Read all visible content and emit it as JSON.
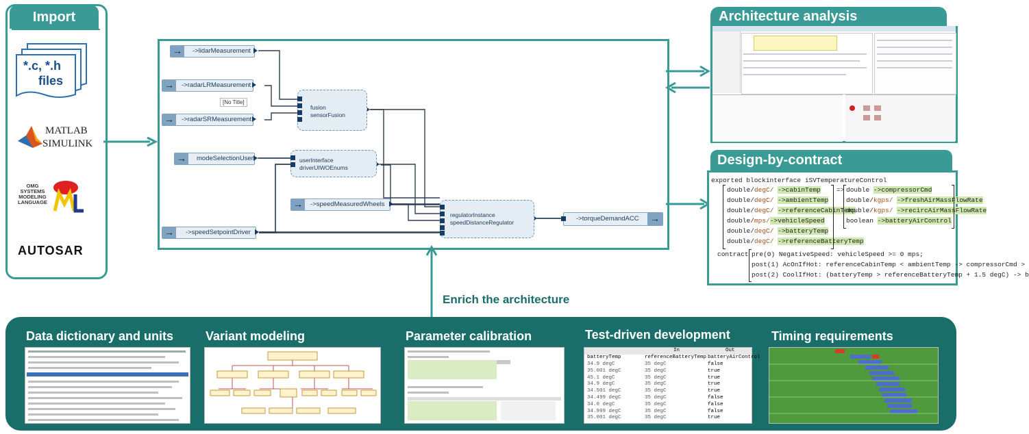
{
  "import": {
    "title": "Import",
    "c_files": "*.c, *.h",
    "c_files2": "files",
    "matlab_line1": "MATLAB",
    "matlab_line2": "SIMULINK",
    "sysml_small": "OMG\nSYSTEMS\nMODELING\nLANGUAGE",
    "sysml_big": "ML",
    "autosar": "AUTOSAR"
  },
  "diagram": {
    "inputs": [
      {
        "label": "->lidarMeasurement"
      },
      {
        "label": "->radarLRMeasurement"
      },
      {
        "label": "->radarSRMeasurement"
      },
      {
        "label": "modeSelectionUser"
      },
      {
        "label": "->speedMeasuredWheels"
      },
      {
        "label": "->speedSetpointDriver"
      }
    ],
    "no_title": "[No Title]",
    "nodes": [
      {
        "line1": "fusion",
        "line2": "sensorFusion"
      },
      {
        "line1": "userInterface",
        "line2": "driverUIWOEnums"
      },
      {
        "line1": "regulatorInstance",
        "line2": "speedDistanceRegulator"
      }
    ],
    "output": {
      "label": "->torqueDemandACC"
    }
  },
  "enrich_label": "Enrich the architecture",
  "architecture_analysis": {
    "title": "Architecture analysis"
  },
  "design_by_contract": {
    "title": "Design-by-contract",
    "header": "exported blockinterface iSVTemperatureControl",
    "left_ports": [
      {
        "type": "double/",
        "unit": "degC/",
        "name": "->cabinTemp"
      },
      {
        "type": "double/",
        "unit": "degC/",
        "name": "->ambientTemp"
      },
      {
        "type": "double/",
        "unit": "degC/",
        "name": "->referenceCabinTemp"
      },
      {
        "type": "double/",
        "unit": "mps/",
        "name": "->vehicleSpeed"
      },
      {
        "type": "double/",
        "unit": "degC/",
        "name": "->batteryTemp"
      },
      {
        "type": "double/",
        "unit": "degC/",
        "name": "->referenceBatteryTemp"
      }
    ],
    "arrow": "=>",
    "right_ports": [
      {
        "type": "double",
        "unit": "",
        "name": "->compressorCmd"
      },
      {
        "type": "double/",
        "unit": "kgps/",
        "name": "->freshAirMassFlowRate"
      },
      {
        "type": "double/",
        "unit": "kgps/",
        "name": "->recircAirMassFlowRate"
      },
      {
        "type": "boolean",
        "unit": "",
        "name": "->batteryAirControl"
      }
    ],
    "contract_kw": "contract",
    "contracts": [
      "pre(0) NegativeSpeed: vehicleSpeed >= 0 mps;",
      "post(1) AcOnIfHot: referenceCabinTemp < ambientTemp -> compressorCmd >",
      "post(2) CoolIfHot: (batteryTemp > referenceBatteryTemp + 1.5 degC) -> b"
    ]
  },
  "bottom": {
    "sections": [
      {
        "title": "Data dictionary and units"
      },
      {
        "title": "Variant modeling"
      },
      {
        "title": "Parameter calibration"
      },
      {
        "title": "Test-driven development"
      },
      {
        "title": "Timing requirements"
      }
    ],
    "tdd_table": {
      "group_in": "In",
      "group_out": "Out",
      "headers": [
        "batteryTemp",
        "referenceBatteryTemp",
        "batteryAirControl"
      ],
      "rows": [
        [
          "34.9 degC",
          "35 degC",
          "false"
        ],
        [
          "35.001 degC",
          "35 degC",
          "true"
        ],
        [
          "45.1 degC",
          "35 degC",
          "true"
        ],
        [
          "34.9 degC",
          "35 degC",
          "true"
        ],
        [
          "34.501 degC",
          "35 degC",
          "true"
        ],
        [
          "34.499 degC",
          "35 degC",
          "false"
        ],
        [
          "34.0 degC",
          "35 degC",
          "false"
        ],
        [
          "34.999 degC",
          "35 degC",
          "false"
        ],
        [
          "35.001 degC",
          "35 degC",
          "true"
        ]
      ]
    }
  },
  "colors": {
    "teal": "#3a9a96",
    "dark_teal": "#1a6e6a",
    "highlight": "#cfe8b0"
  }
}
